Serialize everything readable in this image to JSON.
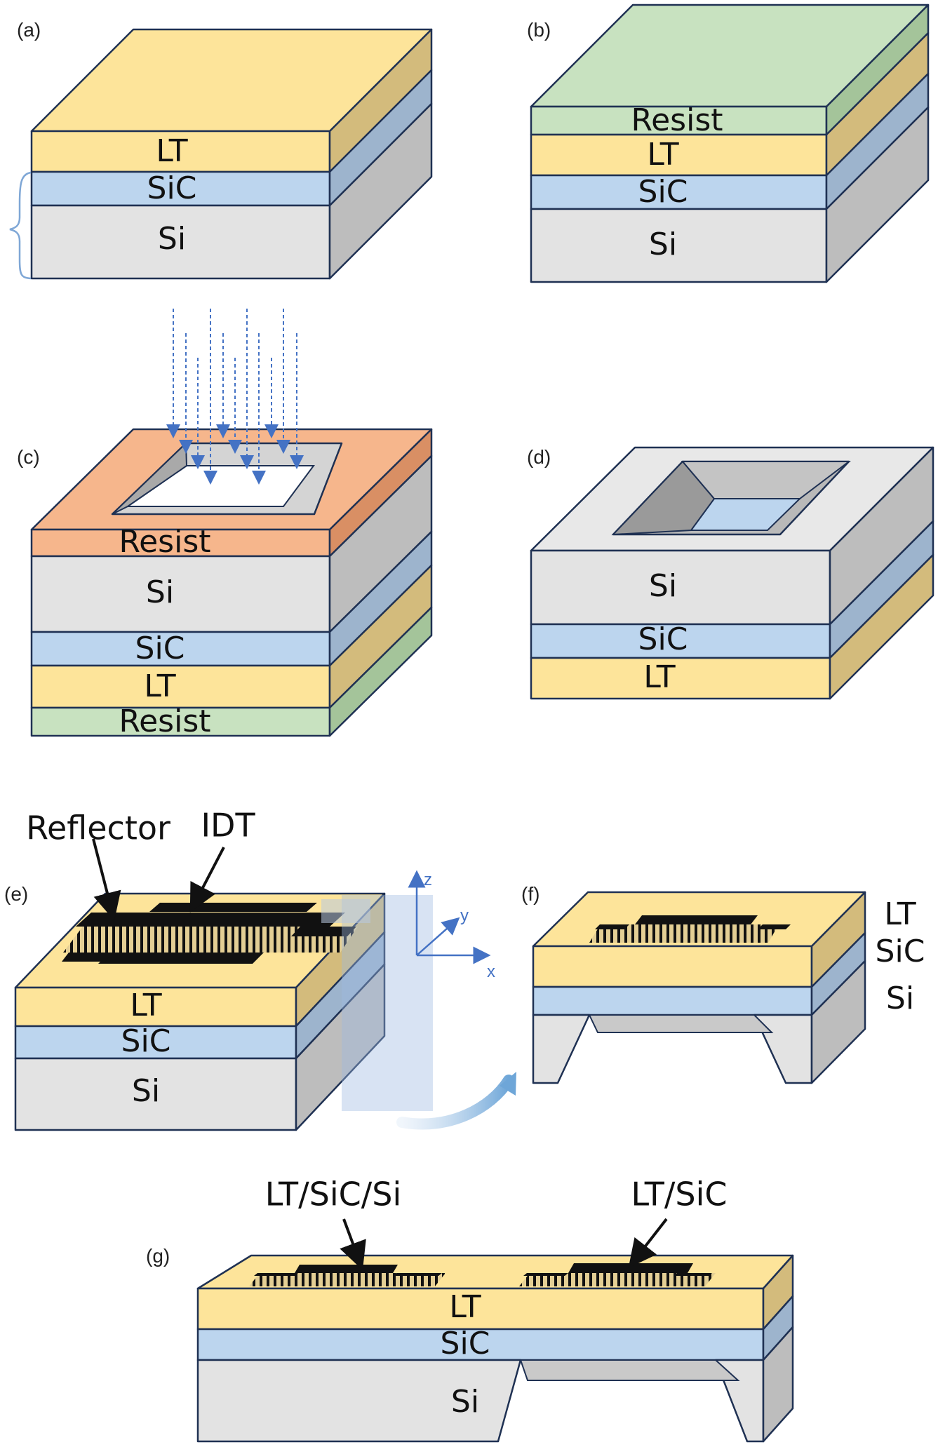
{
  "panels": {
    "a": {
      "label": "(a)",
      "layers": [
        "LT",
        "SiC",
        "Si"
      ]
    },
    "b": {
      "label": "(b)",
      "layers": [
        "Resist",
        "LT",
        "SiC",
        "Si"
      ]
    },
    "c": {
      "label": "(c)",
      "layers": [
        "Resist",
        "Si",
        "SiC",
        "LT",
        "Resist"
      ]
    },
    "d": {
      "label": "(d)",
      "layers": [
        "Si",
        "SiC",
        "LT"
      ]
    },
    "e": {
      "label": "(e)",
      "layers": [
        "LT",
        "SiC",
        "Si"
      ],
      "reflector": "Reflector",
      "idt": "IDT"
    },
    "f": {
      "label": "(f)",
      "side_labels": [
        "LT",
        "SiC",
        "Si"
      ]
    },
    "g": {
      "label": "(g)",
      "layers": [
        "LT",
        "SiC",
        "Si"
      ],
      "left_callout": "LT/SiC/Si",
      "right_callout": "LT/SiC"
    }
  },
  "axes": {
    "z": "z",
    "y": "y",
    "x": "x"
  },
  "colors": {
    "lt": "#fde49a",
    "sic": "#bcd5ee",
    "si": "#e3e3e3",
    "resist_green": "#c8e2c0",
    "resist_orange": "#f6b68c",
    "electrode": "#111111",
    "finger": "#d9c48a",
    "beam": "#4472c4"
  }
}
